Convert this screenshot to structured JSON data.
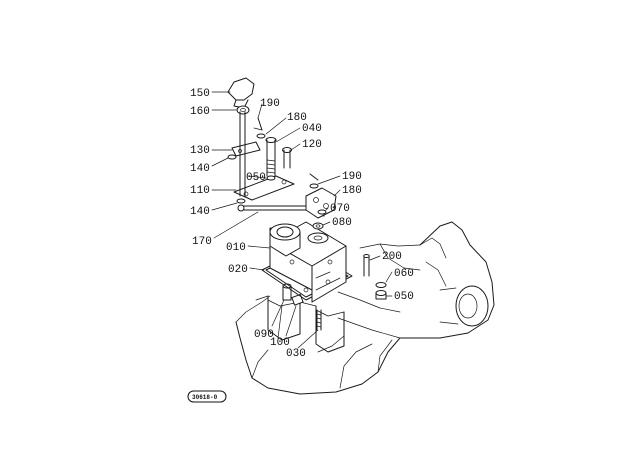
{
  "parts": {
    "p150": "150",
    "p160": "160",
    "p190a": "190",
    "p180a": "180",
    "p040": "040",
    "p130": "130",
    "p120": "120",
    "p140a": "140",
    "p050a": "050",
    "p190b": "190",
    "p110": "110",
    "p180b": "180",
    "p140b": "140",
    "p070": "070",
    "p080": "080",
    "p170": "170",
    "p010": "010",
    "p200": "200",
    "p020": "020",
    "p060": "060",
    "p050b": "050",
    "p090": "090",
    "p100": "100",
    "p030": "030"
  },
  "ref_code": "30618-0"
}
